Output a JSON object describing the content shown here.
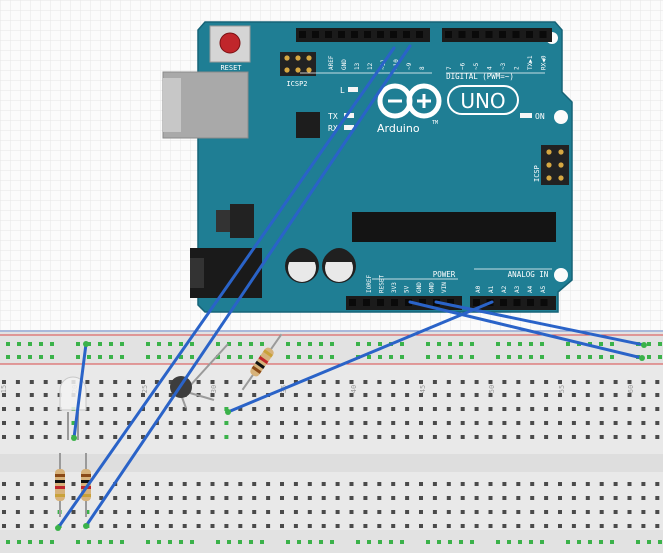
{
  "board": {
    "reset_label": "RESET",
    "icsp2_label": "ICSP2",
    "icsp_label": "ICSP",
    "l_label": "L",
    "tx_label": "TX",
    "rx_label": "RX",
    "on_label": "ON",
    "brand": "Arduino",
    "tm": "TM",
    "model": "UNO",
    "digital_label": "DIGITAL (PWM=~)",
    "power_label": "POWER",
    "analog_label": "ANALOG IN",
    "digital_pins_left": [
      "AREF",
      "GND",
      "13",
      "12",
      "~11",
      "~10",
      "~9",
      "8"
    ],
    "digital_pins_right": [
      "7",
      "~6",
      "~5",
      "4",
      "~3",
      "2",
      "TX▶1",
      "RX◀0"
    ],
    "power_pins": [
      "IOREF",
      "RESET",
      "3V3",
      "5V",
      "GND",
      "GND",
      "VIN"
    ],
    "analog_pins": [
      "A0",
      "A1",
      "A2",
      "A3",
      "A4",
      "A5"
    ]
  },
  "breadboard": {
    "column_numbers": [
      "15",
      "20",
      "25",
      "30",
      "35",
      "40",
      "45",
      "50",
      "55",
      "60"
    ]
  },
  "colors": {
    "board": "#1f7e94",
    "wire": "#2a63c8",
    "rail_red": "#d94a4a",
    "rail_blue": "#6e8fd1",
    "hole_green": "#3bb24a"
  }
}
